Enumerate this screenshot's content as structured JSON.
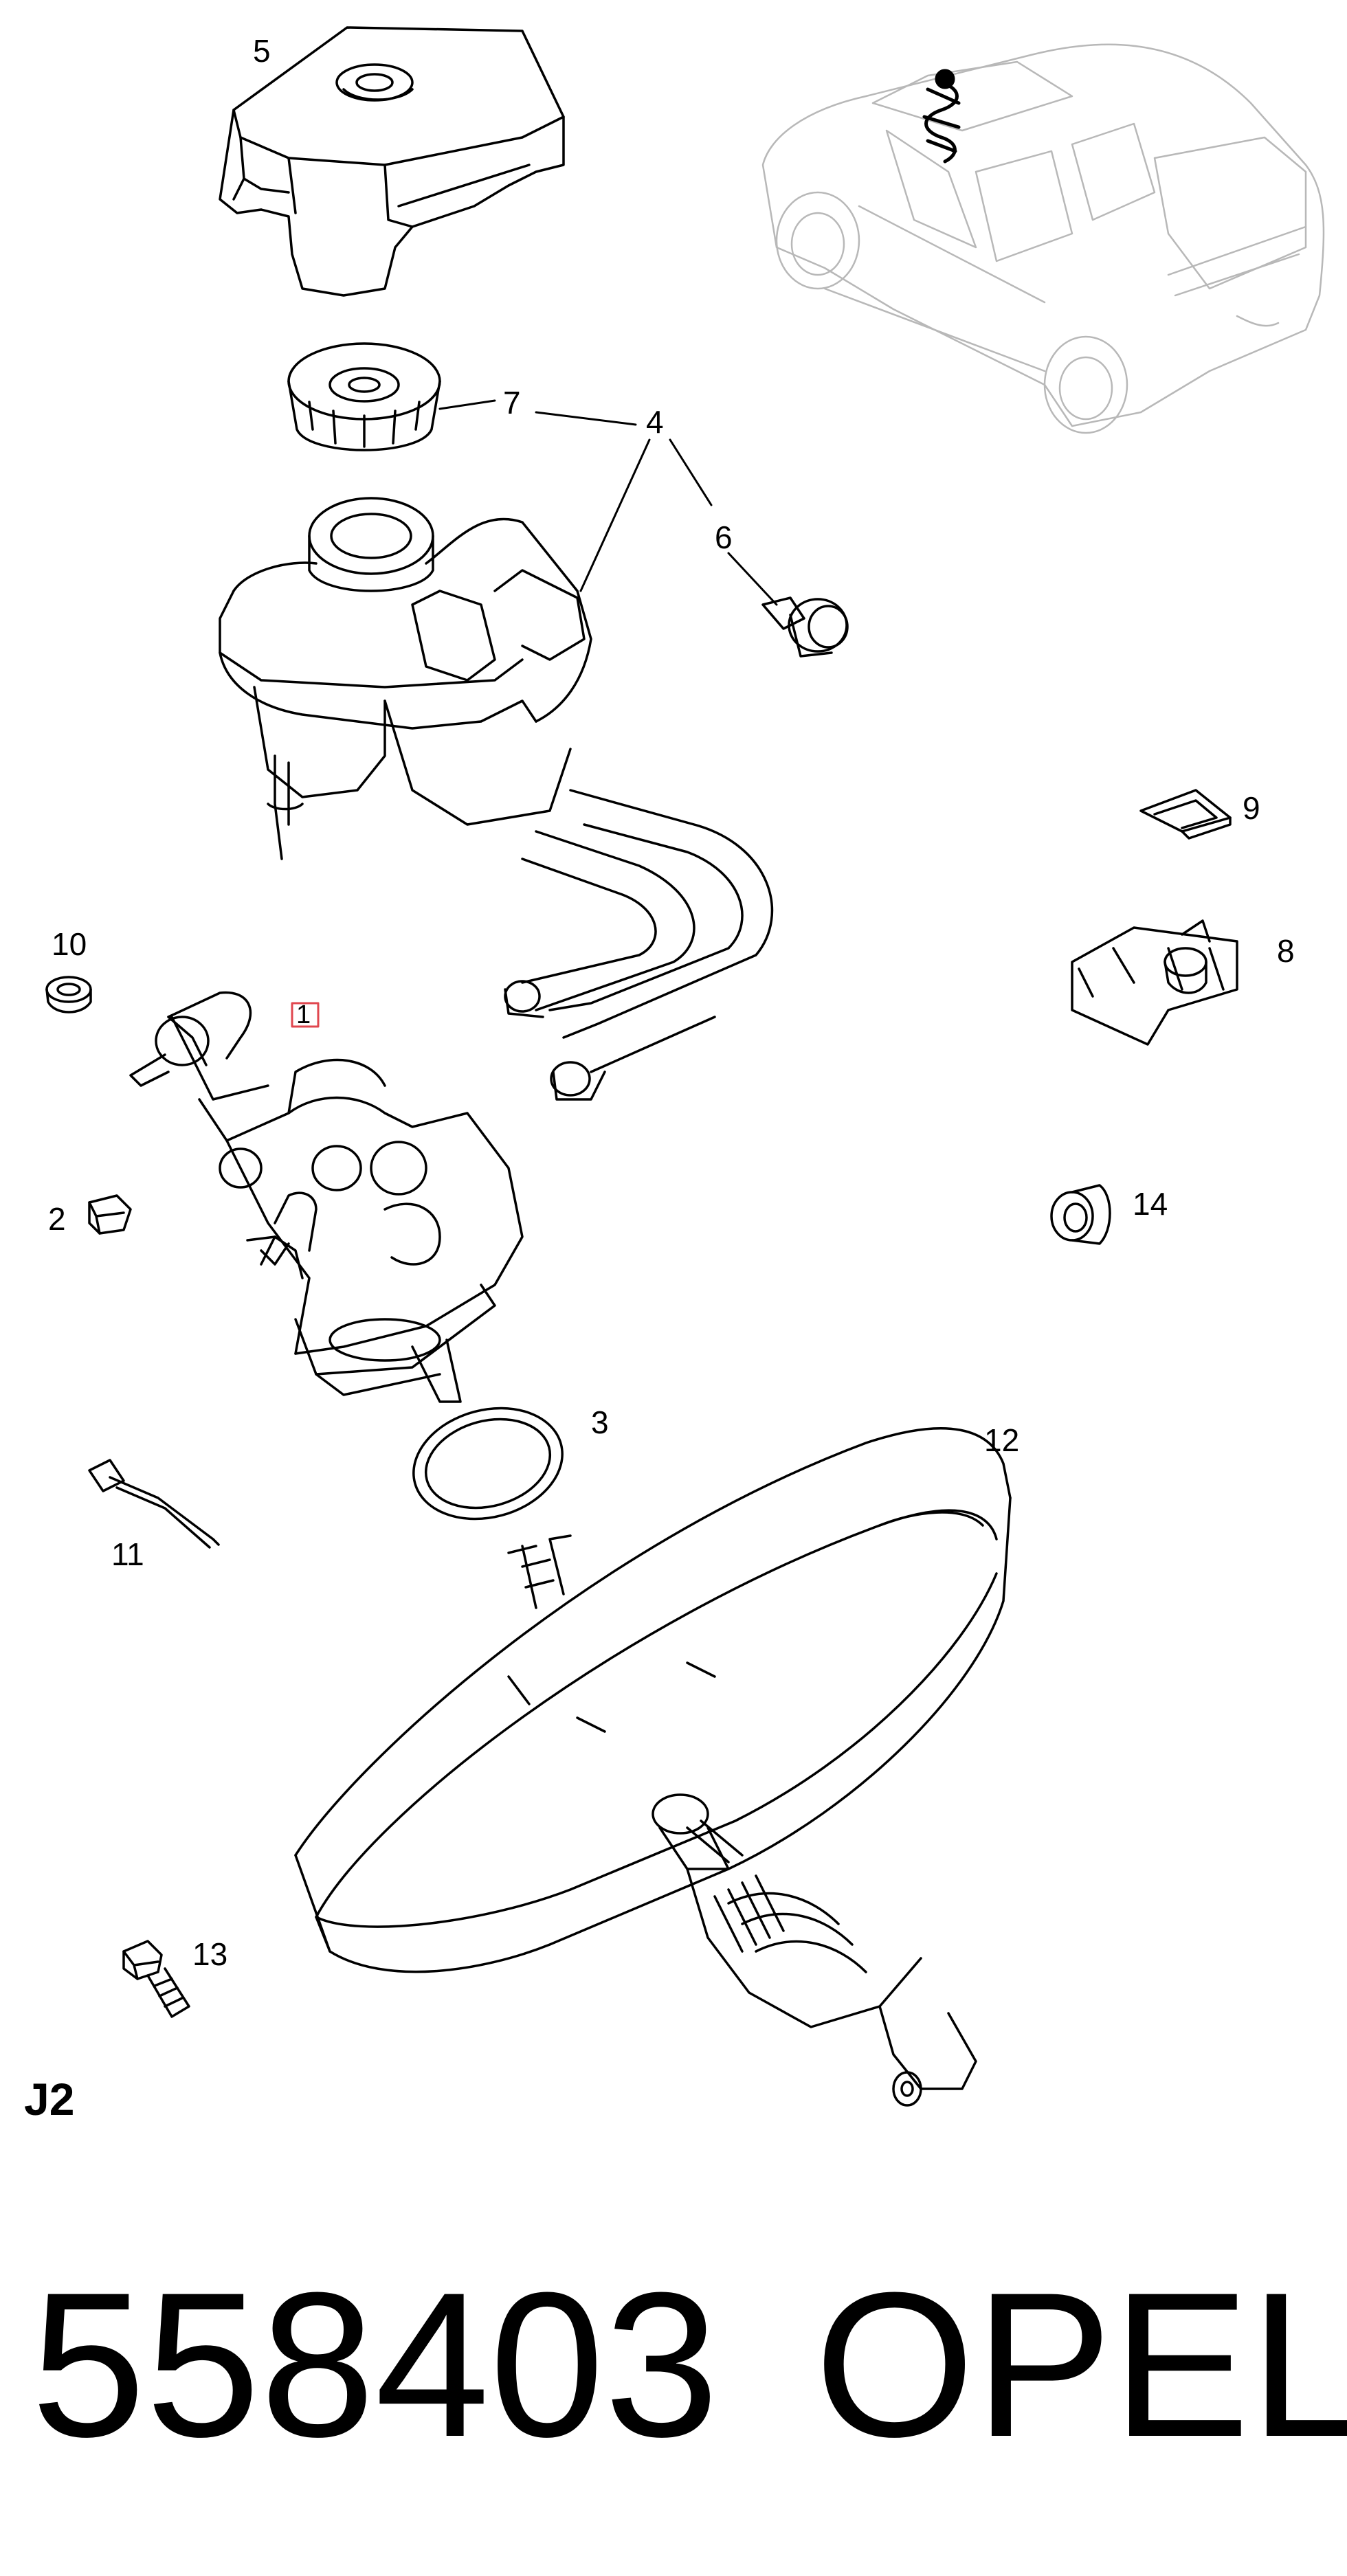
{
  "diagram": {
    "section_code": "J2",
    "part_number": "558403",
    "brand": "OPEL",
    "highlight_color": "#e0474f",
    "line_color": "#000000",
    "vehicle_color": "#b8b8b8",
    "callouts": {
      "c1": "1",
      "c2": "2",
      "c3": "3",
      "c4": "4",
      "c5": "5",
      "c6": "6",
      "c7": "7",
      "c8": "8",
      "c9": "9",
      "c10": "10",
      "c11": "11",
      "c12": "12",
      "c13": "13",
      "c14": "14"
    }
  }
}
